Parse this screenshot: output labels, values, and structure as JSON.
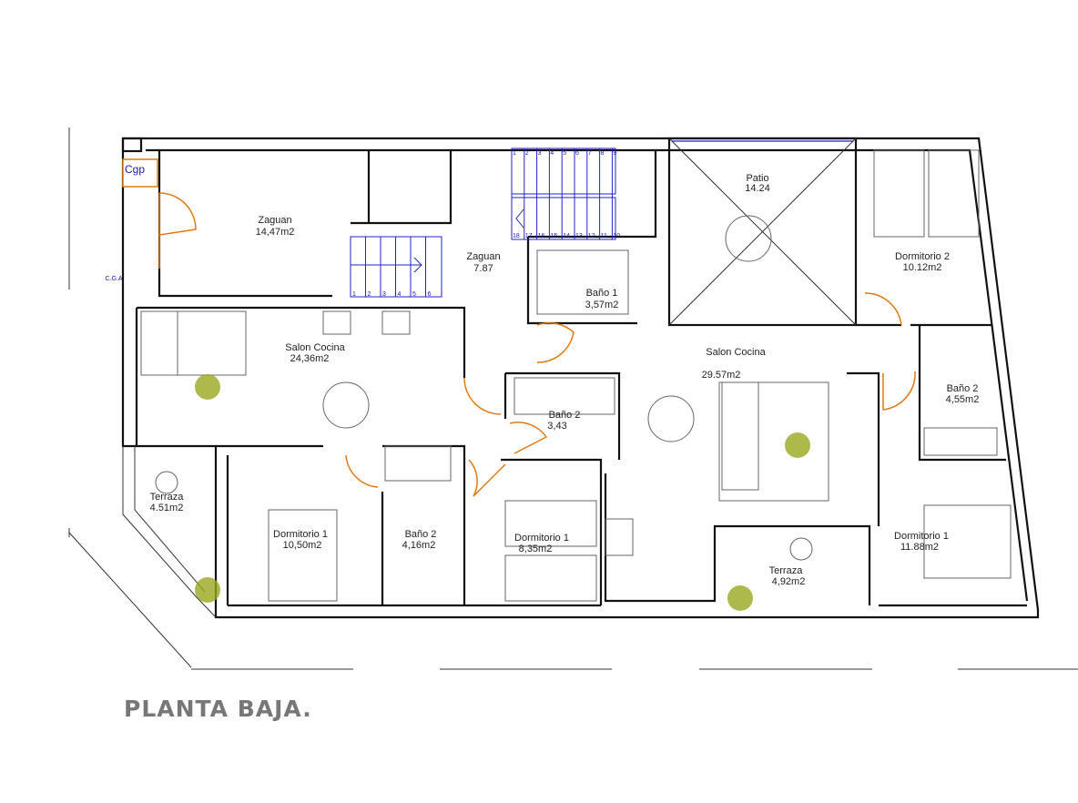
{
  "title": "PLANTA BAJA.",
  "labels": {
    "cgp": "Cgp",
    "cga": "C.G.A",
    "zaguan1": {
      "name": "Zaguan",
      "area": "14,47m2"
    },
    "zaguan2": {
      "name": "Zaguan",
      "area": "7.87"
    },
    "bano1": {
      "name": "Baño 1",
      "area": "3,57m2"
    },
    "patio": {
      "name": "Patio",
      "area": "14.24"
    },
    "dormitorio2": {
      "name": "Dormitorio 2",
      "area": "10.12m2"
    },
    "salon_left": {
      "name": "Salon Cocina",
      "area": "24,36m2"
    },
    "salon_right": {
      "name": "Salon Cocina",
      "area": "29.57m2"
    },
    "bano2_center": {
      "name": "Baño 2",
      "area": "3,43"
    },
    "bano2_right": {
      "name": "Baño 2",
      "area": "4,55m2"
    },
    "terraza_left": {
      "name": "Terraza",
      "area": "4.51m2"
    },
    "dorm1_left": {
      "name": "Dormitorio 1",
      "area": "10,50m2"
    },
    "bano2_left": {
      "name": "Baño 2",
      "area": "4,16m2"
    },
    "dorm1_center": {
      "name": "Dormitorio 1",
      "area": "8,35m2"
    },
    "terraza_right": {
      "name": "Terraza",
      "area": "4,92m2"
    },
    "dorm1_right": {
      "name": "Dormitorio 1",
      "area": "11.88m2"
    }
  },
  "stairs": {
    "upper_top": [
      "1",
      "2",
      "3",
      "4",
      "5",
      "6",
      "7",
      "8",
      "9"
    ],
    "upper_bottom": [
      "18",
      "17",
      "16",
      "15",
      "14",
      "13",
      "12",
      "11",
      "10"
    ],
    "lower": [
      "1",
      "2",
      "3",
      "4",
      "5",
      "6"
    ]
  },
  "colors": {
    "wall": "#111111",
    "door": "#e07a10",
    "stair": "#2323c8",
    "title": "#777777",
    "plant": "#9aa81e"
  }
}
